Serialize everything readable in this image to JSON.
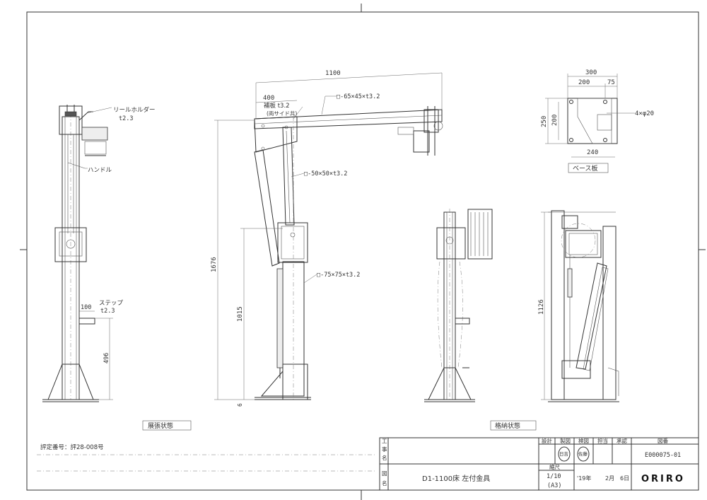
{
  "dimensions": {
    "boom_length": "1100",
    "boom_inner": "400",
    "height_total": "1676",
    "height_mast": "1015",
    "height_stored": "1126",
    "step_height": "496",
    "step_width": "100",
    "bottom_gap": "6",
    "base_width": "300",
    "base_inner": "200",
    "base_edge": "75",
    "base_depth": "250",
    "base_depth_inner": "200",
    "base_bottom": "240",
    "base_holes": "4×φ20"
  },
  "callouts": {
    "reel_holder": "リールホルダー",
    "reel_holder_t": "t2.3",
    "handle": "ハンドル",
    "step": "ステップ",
    "step_t": "t2.3",
    "boom_section": "□-65×45×t3.2",
    "plate": "補板 t3.2",
    "plate_note": "(両サイド共)",
    "arm_section": "□-50×50×t3.2",
    "mast_section": "□-75×75×t3.2"
  },
  "view_labels": {
    "extended": "展張状態",
    "stored": "格納状態",
    "base_plate": "ベース板"
  },
  "approval_note": "評定番号：評28-008号",
  "title_block": {
    "side_kenmei": "工事名",
    "side_zumei": "図名",
    "drawing_name": "D1-1100床 左付金具",
    "h_design": "設計",
    "h_draw": "製図",
    "h_check": "検図",
    "h_charge": "担当",
    "h_approve": "承認",
    "h_number": "図番",
    "stamp1": "日吉",
    "stamp2": "佐藤",
    "number": "E000075-01",
    "scale_label": "縮尺",
    "scale": "1/10",
    "paper": "(A3)",
    "date_year": "'19年",
    "date_month": "2月",
    "date_day": "6日",
    "company": "ORIRO"
  }
}
